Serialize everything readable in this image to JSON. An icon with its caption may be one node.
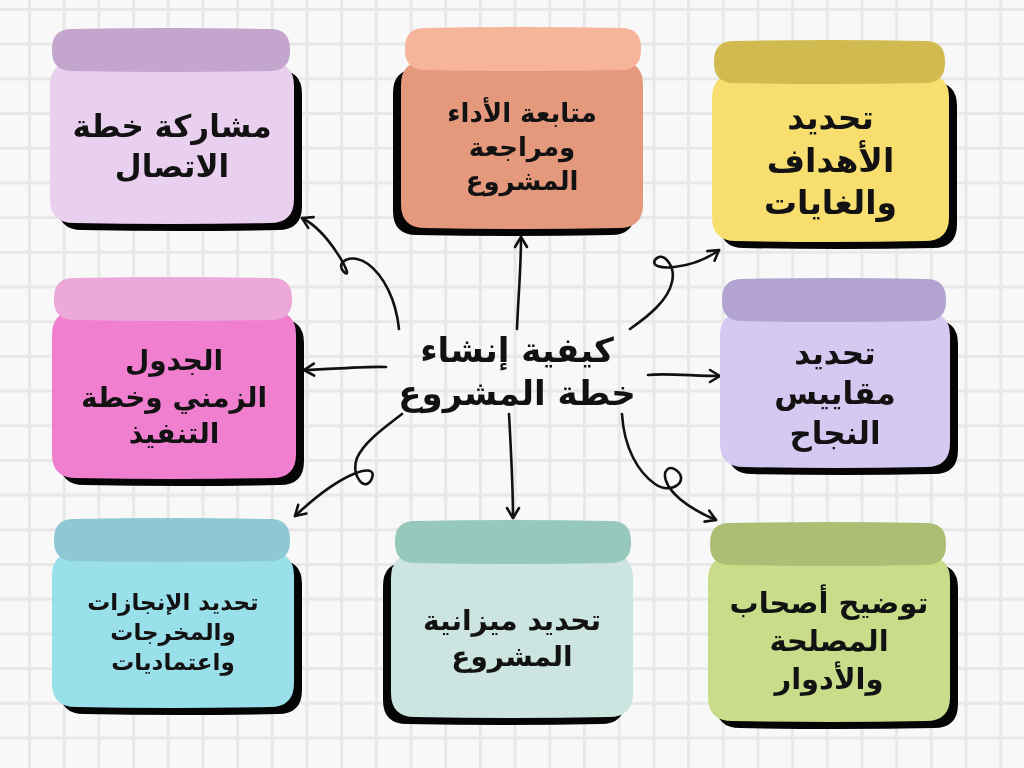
{
  "diagram": {
    "nodes": [
      {
        "text": [
          "كيفية إنشاء خطة المشروع"
        ]
      },
      {
        "text": [
          "تحديد الأهداف والغايات"
        ]
      },
      {
        "text": [
          "متابعة الأداء ومراجعة المشروع"
        ]
      },
      {
        "text": [
          "مشاركة خطة الاتصال"
        ]
      },
      {
        "text": [
          "تحديد مقاييس النجاح"
        ]
      },
      {
        "text": [
          "الجدول الزمني وخطة التنفيذ"
        ]
      },
      {
        "text": [
          "توضيح أصحاب المصلحة والأدوار"
        ]
      },
      {
        "text": [
          "تحديد ميزانية المشروع"
        ]
      },
      {
        "text": [
          "تحديد الإنجازات والمخرجات واعتماديات"
        ]
      }
    ],
    "edges": [
      {
        "from": 0,
        "to": 1,
        "arrow": "to"
      },
      {
        "from": 0,
        "to": 2,
        "arrow": "to"
      },
      {
        "from": 0,
        "to": 3,
        "arrow": "to"
      },
      {
        "from": 0,
        "to": 4,
        "arrow": "to"
      },
      {
        "from": 0,
        "to": 5,
        "arrow": "to"
      },
      {
        "from": 0,
        "to": 6,
        "arrow": "to"
      },
      {
        "from": 0,
        "to": 7,
        "arrow": "to"
      },
      {
        "from": 0,
        "to": 8,
        "arrow": "to"
      }
    ]
  }
}
